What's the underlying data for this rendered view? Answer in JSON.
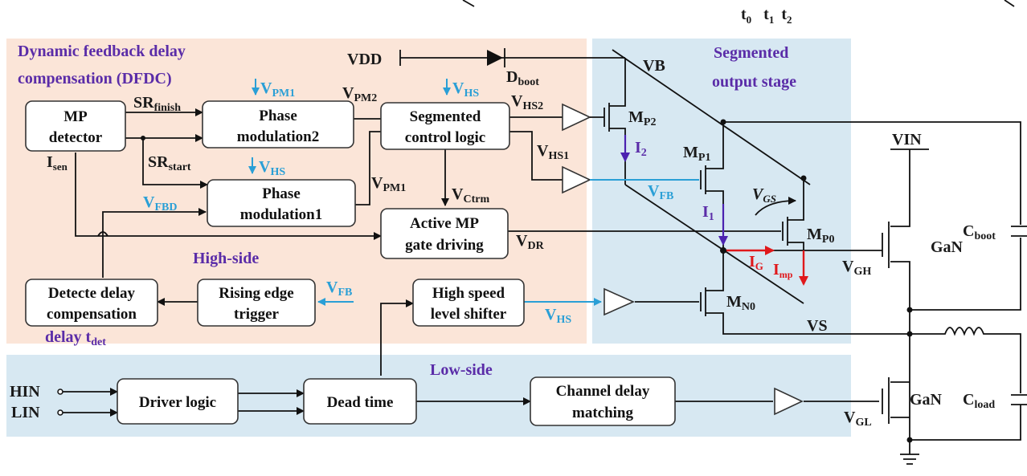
{
  "timing": {
    "t0": "t",
    "t0_sub": "0",
    "t1": "t",
    "t1_sub": "1",
    "t2": "t",
    "t2_sub": "2"
  },
  "regions": {
    "dfdc_title_line1": "Dynamic feedback delay",
    "dfdc_title_line2": "compensation (DFDC)",
    "segmented_line1": "Segmented",
    "segmented_line2": "output stage",
    "high_side": "High-side",
    "low_side": "Low-side"
  },
  "blocks": {
    "mp_detector": [
      "MP",
      "detector"
    ],
    "phase_mod2": [
      "Phase",
      "modulation2"
    ],
    "seg_control": [
      "Segmented",
      "control logic"
    ],
    "phase_mod1": [
      "Phase",
      "modulation1"
    ],
    "active_mp": [
      "Active MP",
      "gate driving"
    ],
    "detect_delay": [
      "Detecte delay",
      "compensation"
    ],
    "rising_edge": [
      "Rising edge",
      "trigger"
    ],
    "hs_level_shifter": [
      "High speed",
      "level shifter"
    ],
    "driver_logic": [
      "Driver logic"
    ],
    "dead_time": [
      "Dead time"
    ],
    "channel_delay": [
      "Channel delay",
      "matching"
    ]
  },
  "signals": {
    "vdd": "VDD",
    "dboot": "D",
    "dboot_sub": "boot",
    "vb": "VB",
    "sr_finish": "SR",
    "sr_finish_sub": "finish",
    "sr_start": "SR",
    "sr_start_sub": "start",
    "isen": "I",
    "isen_sub": "sen",
    "vpm1_top": "V",
    "vpm1_top_sub": "PM1",
    "vpm2": "V",
    "vpm2_sub": "PM2",
    "vhs_top": "V",
    "vhs_top_sub": "HS",
    "vhs_mid": "V",
    "vhs_mid_sub": "HS",
    "vhs2": "V",
    "vhs2_sub": "HS2",
    "vhs1": "V",
    "vhs1_sub": "HS1",
    "vpm1": "V",
    "vpm1_sub": "PM1",
    "vfbd": "V",
    "vfbd_sub": "FBD",
    "vctrm": "V",
    "vctrm_sub": "Ctrm",
    "vdr": "V",
    "vdr_sub": "DR",
    "vfb_right": "V",
    "vfb_right_sub": "FB",
    "vfb_left": "V",
    "vfb_left_sub": "FB",
    "vhs_out": "V",
    "vhs_out_sub": "HS",
    "delay_tdet": "delay t",
    "delay_tdet_sub": "det",
    "hin": "HIN",
    "lin": "LIN"
  },
  "devices": {
    "mp2": "M",
    "mp2_sub": "P2",
    "mp1": "M",
    "mp1_sub": "P1",
    "mp0": "M",
    "mp0_sub": "P0",
    "mn0": "M",
    "mn0_sub": "N0",
    "i2": "I",
    "i2_sub": "2",
    "i1": "I",
    "i1_sub": "1",
    "ig": "I",
    "ig_sub": "G",
    "imp": "I",
    "imp_sub": "mp",
    "vgs": "V",
    "vgs_sub": "GS",
    "vs": "VS",
    "vin": "VIN",
    "gan_high": "GaN",
    "gan_low": "GaN",
    "cboot": "C",
    "cboot_sub": "boot",
    "cload": "C",
    "cload_sub": "load",
    "vgh": "V",
    "vgh_sub": "GH",
    "vgl": "V",
    "vgl_sub": "GL"
  },
  "colors": {
    "dfdc_bg": "#fbe5d8",
    "segmented_bg": "#d7e8f2",
    "lowside_bg": "#d7e8f2",
    "accent_blue": "#2a9fd6",
    "accent_purple": "#5a2ca8",
    "accent_red": "#e0181b"
  }
}
